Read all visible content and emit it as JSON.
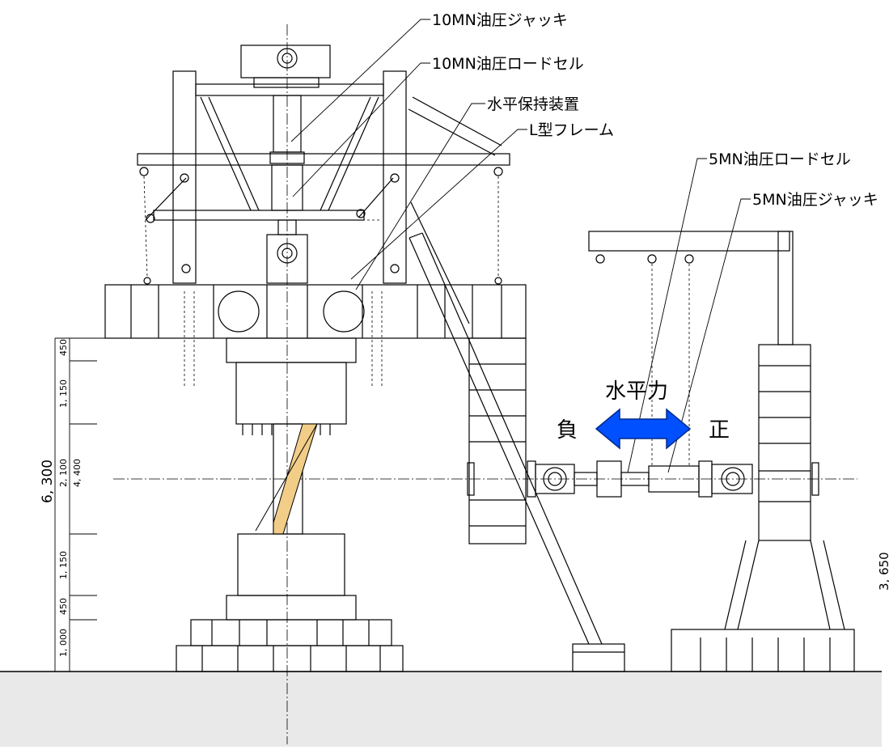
{
  "callouts": {
    "jack_10mn": "10MN油圧ジャッキ",
    "loadcell_10mn": "10MN油圧ロードセル",
    "horizontal_holder": "水平保持装置",
    "l_frame": "L型フレーム",
    "loadcell_5mn": "5MN油圧ロードセル",
    "jack_5mn": "5MN油圧ジャッキ"
  },
  "force": {
    "title": "水平力",
    "negative": "負",
    "positive": "正",
    "arrow_color": "#0050ff"
  },
  "dimensions": {
    "total": "6, 300",
    "d450_top": "450",
    "d1150_top": "1, 150",
    "d2100": "2, 100",
    "d4400": "4, 400",
    "d1150_bottom": "1, 150",
    "d450_bottom": "450",
    "d1000": "1, 000",
    "right": "3, 650"
  },
  "colors": {
    "specimen": "#f2cd87",
    "ground": "#e9e9e9",
    "line": "#000000"
  }
}
